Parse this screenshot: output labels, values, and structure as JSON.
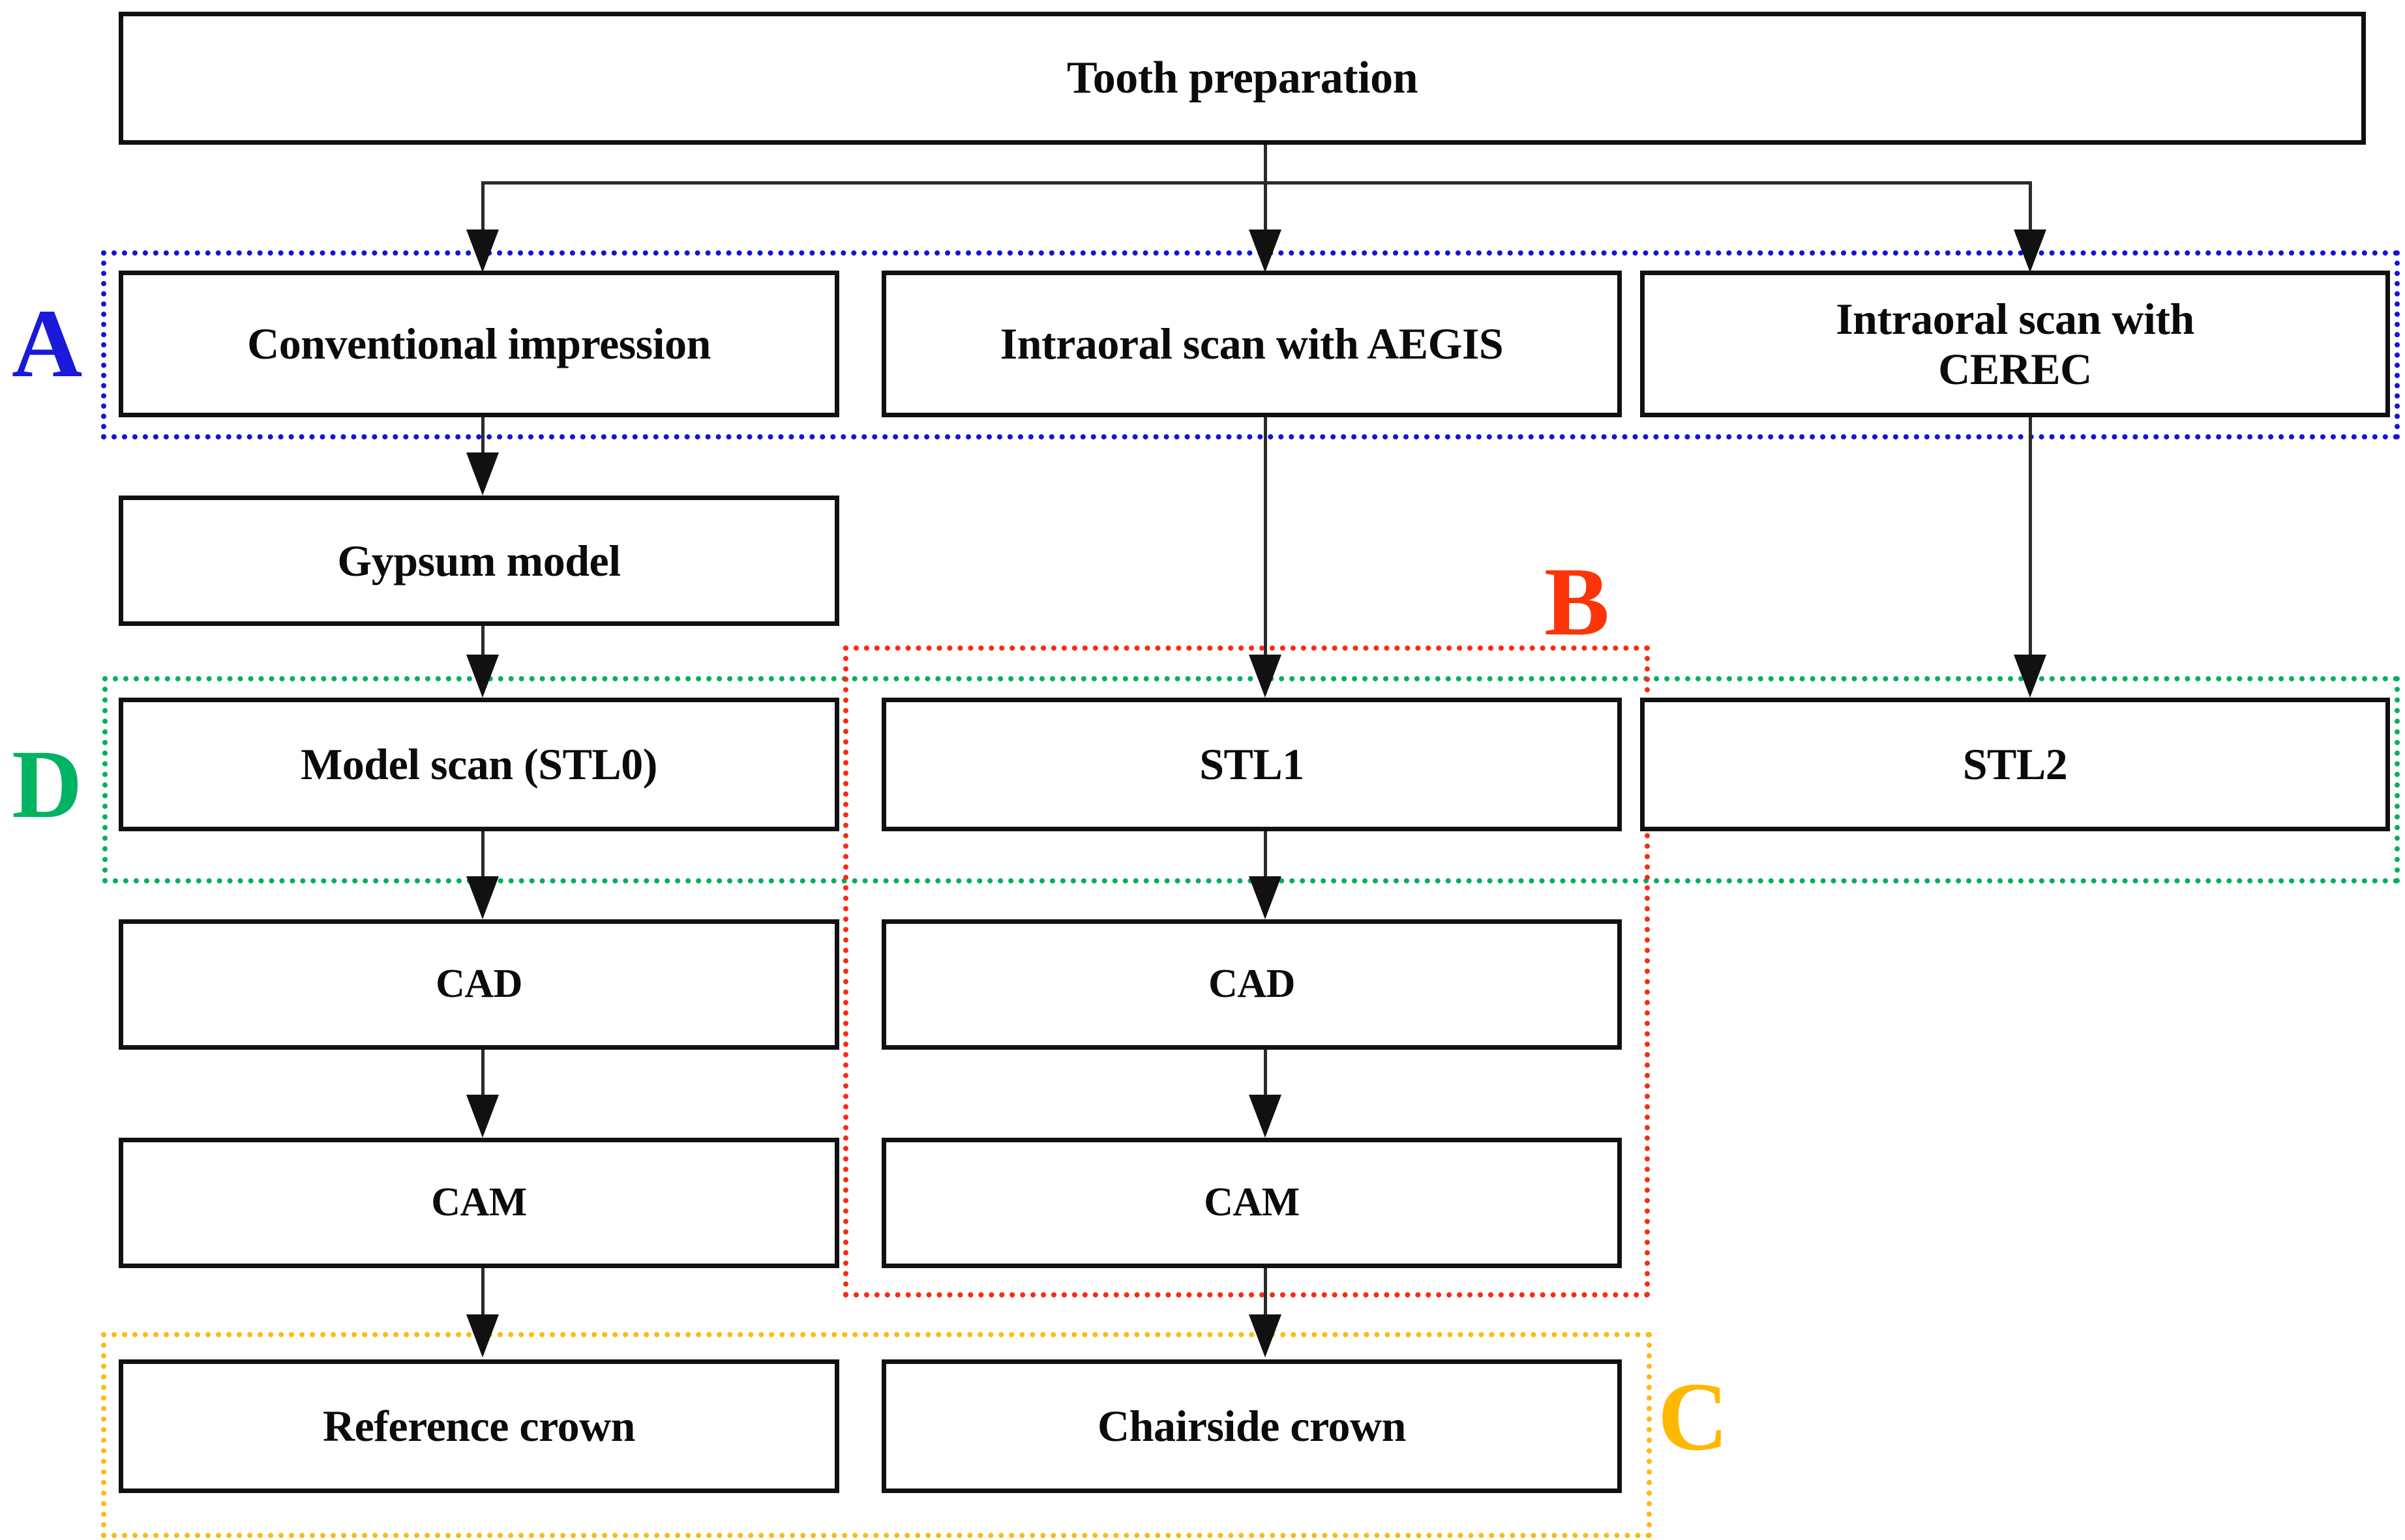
{
  "diagram": {
    "title": "Crown fabrication workflow flowchart",
    "nodes": {
      "tooth_preparation": "Tooth preparation",
      "conventional_impression": "Conventional impression",
      "intraoral_scan_aegis": "Intraoral scan with AEGIS",
      "intraoral_scan_cerec_line1": "Intraoral scan with",
      "intraoral_scan_cerec_line2": "CEREC",
      "gypsum_model": "Gypsum model",
      "model_scan_stl0": "Model scan (STL0)",
      "stl1": "STL1",
      "stl2": "STL2",
      "cad_left": "CAD",
      "cad_middle": "CAD",
      "cam_left": "CAM",
      "cam_middle": "CAM",
      "reference_crown": "Reference crown",
      "chairside_crown": "Chairside crown"
    },
    "groups": {
      "a": {
        "label": "A",
        "color": "#1a1ad8"
      },
      "b": {
        "label": "B",
        "color": "#fb3508"
      },
      "c": {
        "label": "C",
        "color": "#ffb800"
      },
      "d": {
        "label": "D",
        "color": "#00b362"
      }
    },
    "colors": {
      "box_border": "#111111",
      "connector": "#2b2b2b",
      "background": "#ffffff"
    }
  }
}
